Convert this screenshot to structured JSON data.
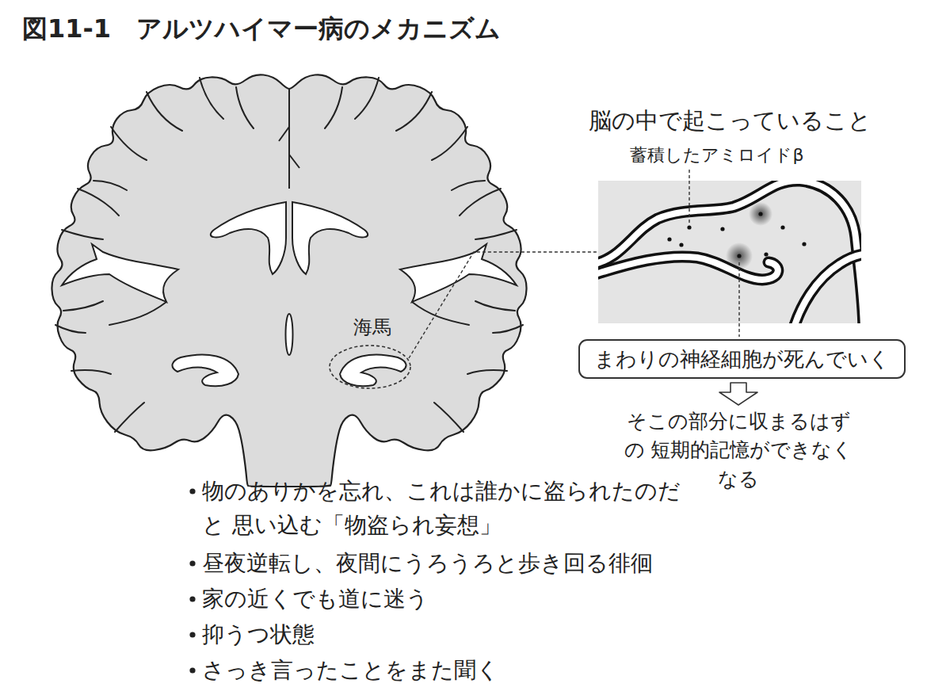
{
  "diagram": {
    "title": "図11-1　アルツハイマー病のメカニズム",
    "nodes": [
      {
        "text": [
          "まわりの神経細胞が死んでいく"
        ]
      }
    ],
    "labels": [
      "海馬",
      "脳の中で起こっていること",
      "蓄積したアミロイドβ",
      "そこの部分に収まるはずの 短期的記憶ができなくなる",
      "物のありかを忘れ、これは誰かに盗られたのだと 思い込む「物盗られ妄想」",
      "昼夜逆転し、夜間にうろうろと歩き回る徘徊",
      "家の近くでも道に迷う",
      "抑うつ状態",
      "さっき言ったことをまた聞く"
    ]
  }
}
